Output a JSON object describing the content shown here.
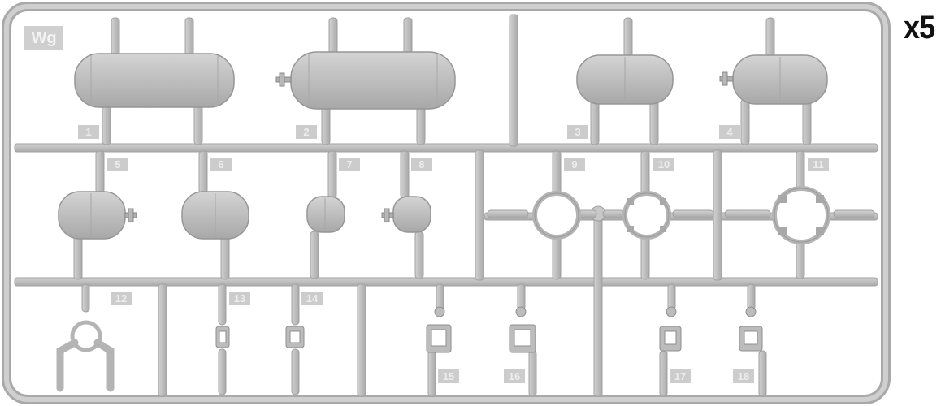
{
  "sprue": {
    "code": "Wg",
    "quantity_label": "x5",
    "part_numbers": [
      "1",
      "2",
      "3",
      "4",
      "5",
      "6",
      "7",
      "8",
      "9",
      "10",
      "11",
      "12",
      "13",
      "14",
      "15",
      "16",
      "17",
      "18"
    ]
  },
  "colors": {
    "plastic": "#bdbdbd",
    "plastic_light": "#d6d6d6",
    "plastic_dark": "#9a9a9a",
    "tag": "#cccccc",
    "background": "#ffffff"
  }
}
